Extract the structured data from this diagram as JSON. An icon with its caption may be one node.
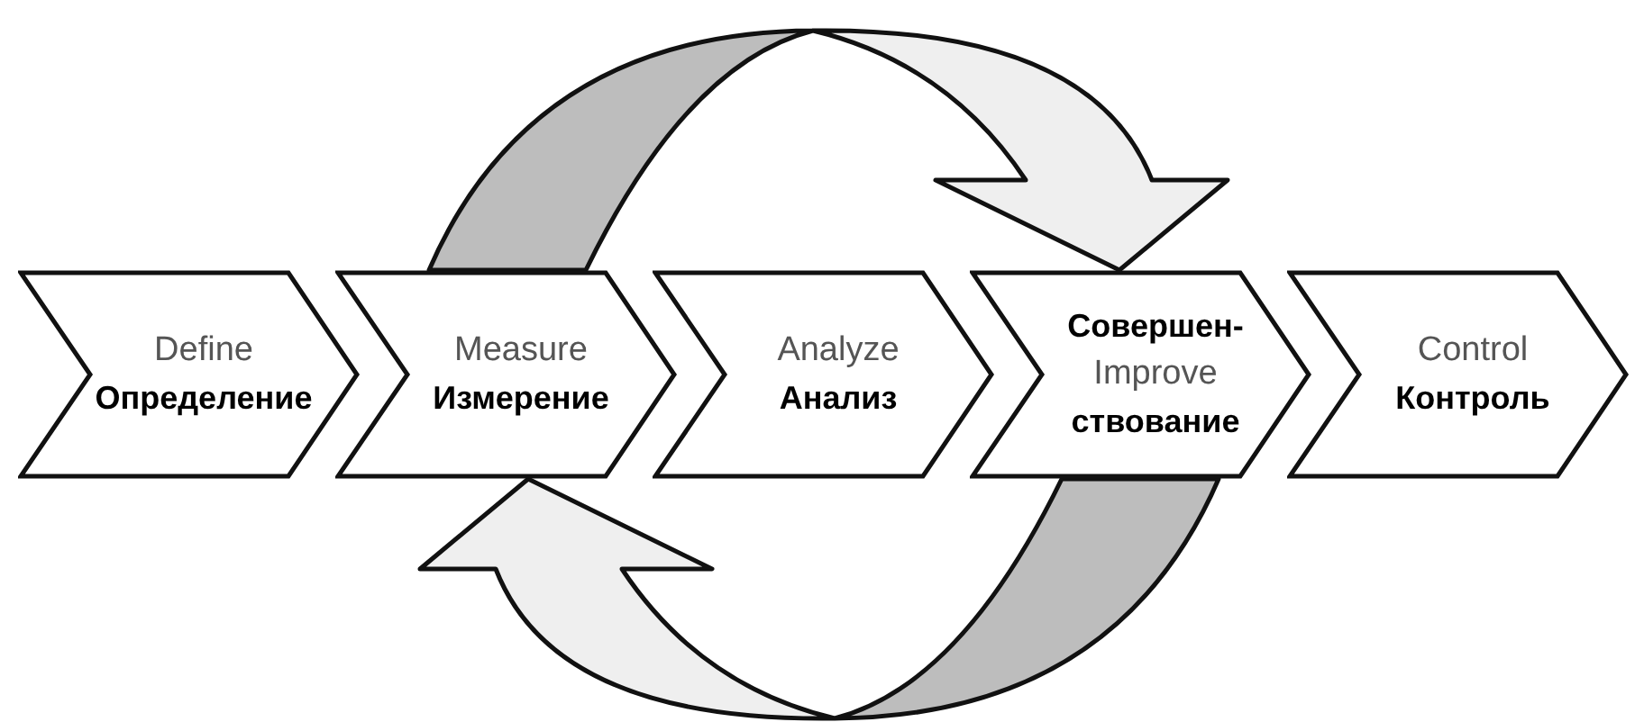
{
  "diagram": {
    "nodes": [
      {
        "text": [
          "Define",
          "**Определение**"
        ]
      },
      {
        "text": [
          "Measure",
          "**Измерение**"
        ]
      },
      {
        "text": [
          "Analyze",
          "**Анализ**"
        ]
      },
      {
        "text": [
          "**Совершен-**",
          "Improve",
          "**ствование**"
        ]
      },
      {
        "text": [
          "Control",
          "**Контроль**"
        ]
      }
    ],
    "edges": [
      {
        "from": 1,
        "to": 3,
        "arrow": "to"
      },
      {
        "from": 3,
        "to": 1,
        "arrow": "to"
      }
    ]
  }
}
